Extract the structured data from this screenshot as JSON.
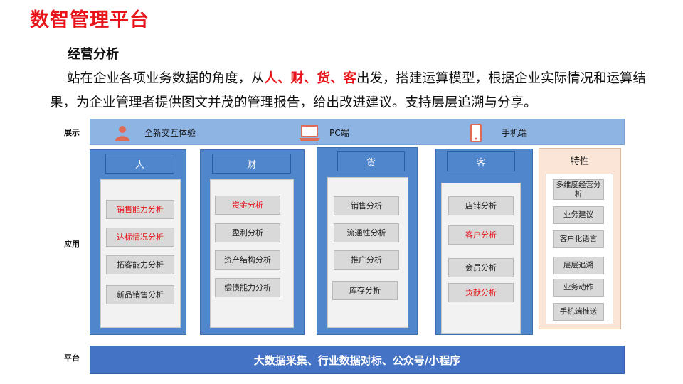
{
  "title": "数智管理平台",
  "section_heading": "经营分析",
  "intro": {
    "part1": "站在企业各项业务数据的角度，从",
    "highlight": "人、财、货、客",
    "part2": "出发，搭建运算模型，根据企业实际情况和运算结果，为企业管理者提供图文并茂的管理报告，给出改进建议。支持层层追溯与分享。"
  },
  "row_labels": {
    "display": "展示",
    "application": "应用",
    "platform": "平台"
  },
  "display": {
    "items": [
      {
        "icon": "person-icon",
        "label": "全新交互体验"
      },
      {
        "icon": "laptop-icon",
        "label": "PC端"
      },
      {
        "icon": "mobile-phone-icon",
        "label": "手机端"
      }
    ]
  },
  "columns": {
    "people": {
      "title": "人",
      "items": [
        "销售能力分析",
        "达标情况分析",
        "拓客能力分析",
        "新品销售分析"
      ]
    },
    "finance": {
      "title": "财",
      "items": [
        "资金分析",
        "盈利分析",
        "资产结构分析",
        "偿债能力分析"
      ]
    },
    "goods": {
      "title": "货",
      "items": [
        "销售分析",
        "流通性分析",
        "推广分析",
        "库存分析"
      ]
    },
    "customer": {
      "title": "客",
      "items": [
        "店铺分析",
        "客户分析",
        "会员分析",
        "贡献分析"
      ]
    }
  },
  "features": {
    "title": "特性",
    "items": [
      "多维度经营分析",
      "业务建议",
      "客户化语言",
      "层层追溯",
      "业务动作",
      "手机端推送"
    ]
  },
  "platform": {
    "label": "大数据采集、行业数据对标、公众号/小程序"
  },
  "colors": {
    "title_red": "#e8141b",
    "display_band": "#8eb4e3",
    "column_blue": "#4f86cc",
    "feature_bg": "#fbe5d6",
    "platform_band": "#4472c4"
  }
}
